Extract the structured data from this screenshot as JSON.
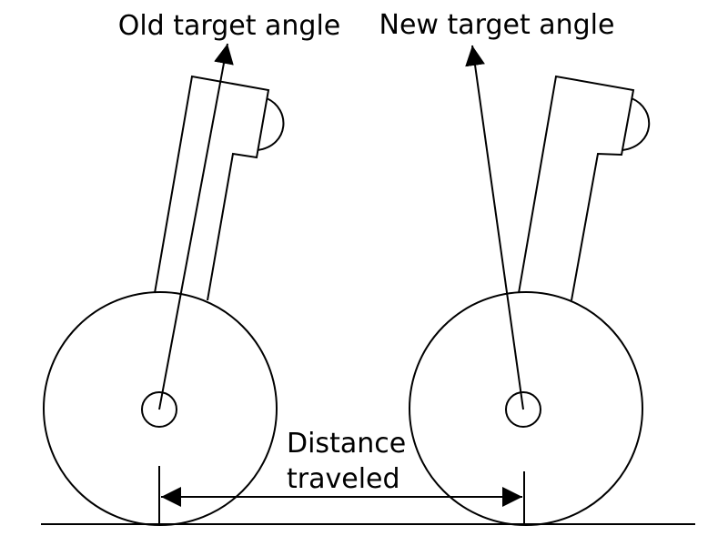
{
  "labels": {
    "old_angle": "Old target angle",
    "new_angle": "New target angle",
    "distance_line1": "Distance",
    "distance_line2": "traveled"
  },
  "colors": {
    "ink": "#000000",
    "background": "#ffffff"
  }
}
